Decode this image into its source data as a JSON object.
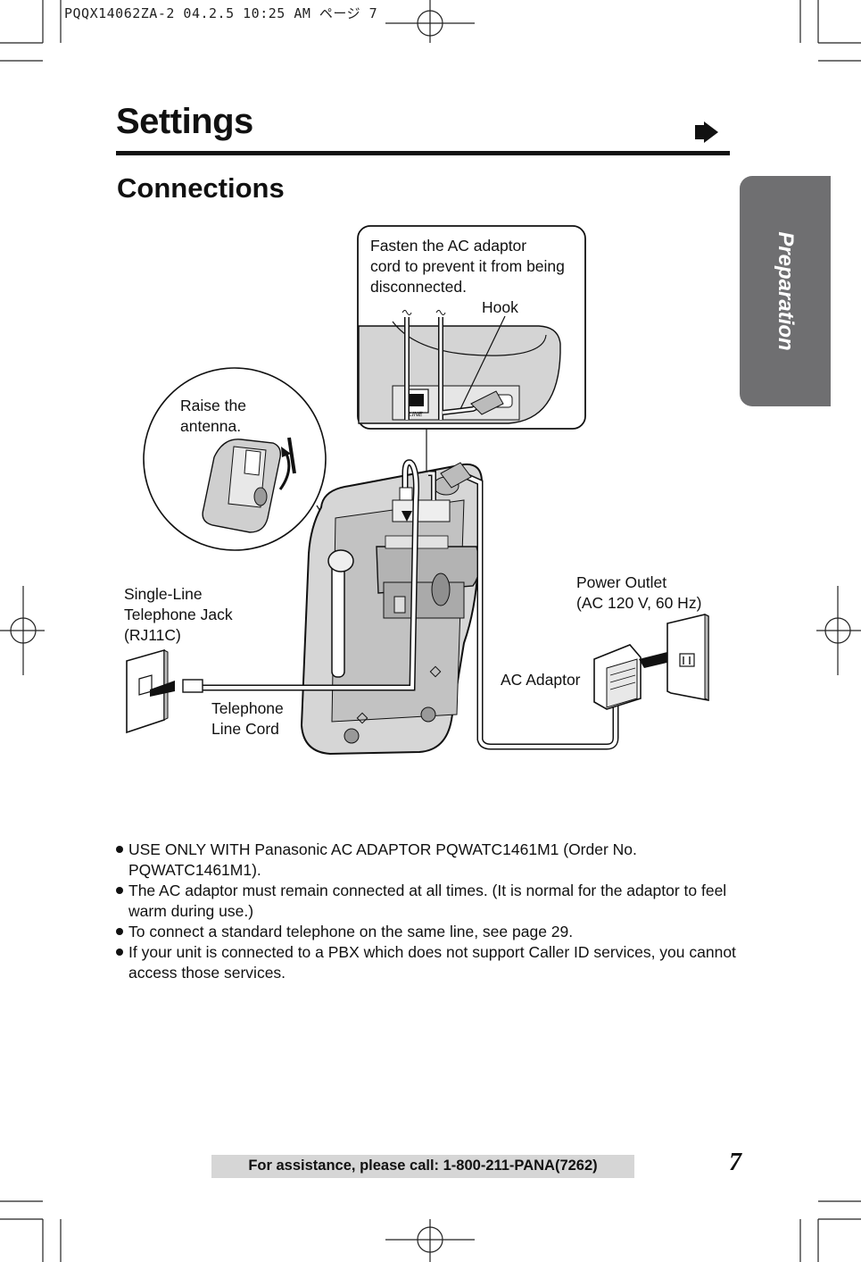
{
  "print_header": "PQQX14062ZA-2  04.2.5 10:25 AM  ページ 7",
  "page": {
    "title": "Settings",
    "subtitle": "Connections",
    "side_tab": "Preparation"
  },
  "diagram": {
    "callout_top": "Fasten the AC adaptor\ncord to prevent it from being\ndisconnected.",
    "hook": "Hook",
    "jack_port": "LINE",
    "antenna": "Raise the\nantenna.",
    "jack": "Single-Line\nTelephone Jack\n(RJ11C)",
    "cord": "Telephone\nLine Cord",
    "outlet": "Power Outlet\n(AC 120 V, 60 Hz)",
    "adaptor": "AC Adaptor"
  },
  "notes": [
    "USE ONLY WITH Panasonic AC ADAPTOR PQWATC1461M1 (Order No. PQWATC1461M1).",
    "The AC adaptor must remain connected at all times. (It is normal for the adaptor to feel warm during use.)",
    "To connect a standard telephone on the same line, see page 29.",
    "If your unit is connected to a PBX which does not support Caller ID services, you cannot access those services."
  ],
  "footer": "For assistance, please call: 1-800-211-PANA(7262)",
  "page_number": "7"
}
